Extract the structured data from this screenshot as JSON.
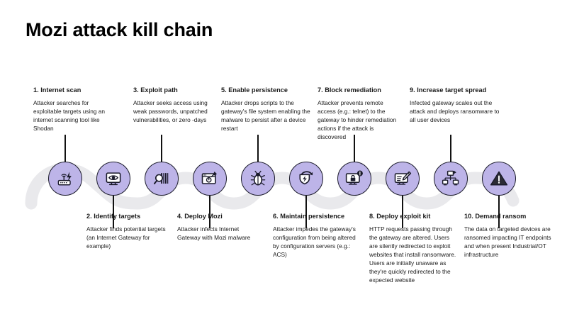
{
  "page": {
    "title": "Mozi attack kill chain"
  },
  "colors": {
    "icon_fill": "#bdb4e8",
    "icon_stroke": "#1b1b2b",
    "wave": "#e9e9ec",
    "text": "#1a1a1a",
    "background": "#ffffff"
  },
  "steps": [
    {
      "number": "1",
      "title": "1. Internet scan",
      "body": "Attacker searches for exploitable targets using an internet scanning tool like Shodan",
      "icon": "router-wifi-bolt-icon",
      "position": "top"
    },
    {
      "number": "2",
      "title": "2. Identify targets",
      "body": "Attacker finds potential targets (an Internet Gateway for example)",
      "icon": "monitor-eye-icon",
      "position": "bottom"
    },
    {
      "number": "3",
      "title": "3. Exploit path",
      "body": "Attacker seeks access using weak passwords, unpatched vulnerabilities, or zero -days",
      "icon": "magnifier-barcode-icon",
      "position": "top"
    },
    {
      "number": "4",
      "title": "4. Deploy Mozi",
      "body": "Attacker infects Internet Gateway with Mozi malware",
      "icon": "browser-window-cursor-icon",
      "position": "bottom"
    },
    {
      "number": "5",
      "title": "5. Enable persistence",
      "body": "Attacker drops scripts to the gateway's file system enabling the malware to persist after a device  restart",
      "icon": "bug-icon",
      "position": "top"
    },
    {
      "number": "6",
      "title": "6. Maintain persistence",
      "body": "Attacker impedes  the gateway's configuration from being altered by configuration servers (e.g.: ACS)",
      "icon": "shield-refresh-icon",
      "position": "bottom"
    },
    {
      "number": "7",
      "title": "7. Block remediation",
      "body": "Attacker prevents remote access (e.g.: telnet) to the gateway to hinder remediation actions if the attack is discovered",
      "icon": "monitor-lock-alert-icon",
      "position": "top"
    },
    {
      "number": "8",
      "title": "8. Deploy exploit kit",
      "body": "HTTP requests passing through the gateway are altered. Users are silently redirected to exploit websites that install ransomware. Users are initially unaware as they're quickly redirected to the expected website",
      "icon": "monitor-pen-edit-icon",
      "position": "bottom"
    },
    {
      "number": "9",
      "title": "9. Increase target spread",
      "body": "Infected gateway scales out the attack and deploys ransomware to all user devices",
      "icon": "network-spread-icon",
      "position": "top"
    },
    {
      "number": "10",
      "title": "10. Demand ransom",
      "body": "The data on targeted devices are ransomed impacting IT endpoints and when present Industrial/OT infrastructure",
      "icon": "warning-triangle-icon",
      "position": "bottom"
    }
  ]
}
